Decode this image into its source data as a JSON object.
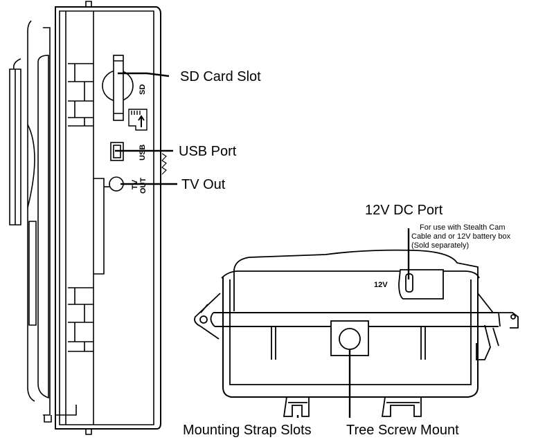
{
  "callouts": {
    "sd_card_slot": "SD Card Slot",
    "usb_port": "USB Port",
    "tv_out": "TV Out",
    "dc_port_title": "12V DC Port",
    "dc_port_note": [
      "For use with Stealth Cam",
      "Cable and or 12V battery box",
      "(Sold separately)"
    ],
    "mounting_strap_slots": "Mounting Strap Slots",
    "tree_screw_mount": "Tree Screw Mount"
  },
  "device_labels": {
    "sd": "SD",
    "usb": "USB",
    "tv_out": [
      "TV",
      "OUT"
    ],
    "twelve_v": "12V"
  },
  "icons": {
    "sd_card": "sd-card-icon",
    "arrow": "up-arrow-icon",
    "usb": "usb-port-icon",
    "tv": "tv-jack-icon"
  },
  "colors": {
    "line": "#000000",
    "background": "#ffffff"
  }
}
